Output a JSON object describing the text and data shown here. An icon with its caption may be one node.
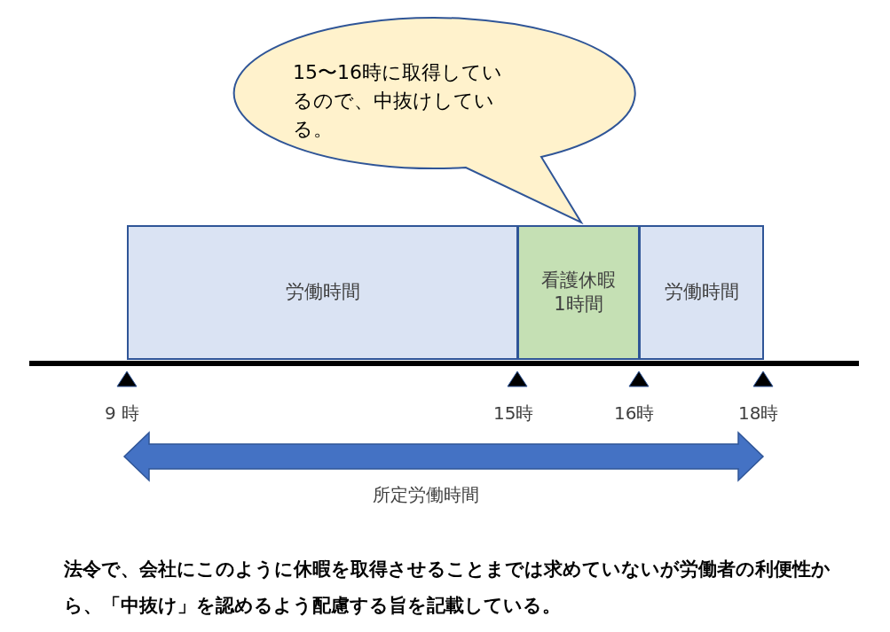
{
  "diagram": {
    "nodes": [
      {
        "text": [
          "15〜16時に取得しているので、中抜けしている。"
        ]
      },
      {
        "text": [
          "労働時間"
        ]
      },
      {
        "text": [
          "看護休暇1時間"
        ]
      },
      {
        "text": [
          "労働時間"
        ]
      }
    ],
    "edges": [],
    "labels": [
      "9 時",
      "15時",
      "16時",
      "18時",
      "所定労働時間",
      "法令で、会社にこのように休暇を取得させることまでは求めていないが労働者の利便性から、「中抜け」を認めるよう配慮する旨を記載している。"
    ]
  }
}
